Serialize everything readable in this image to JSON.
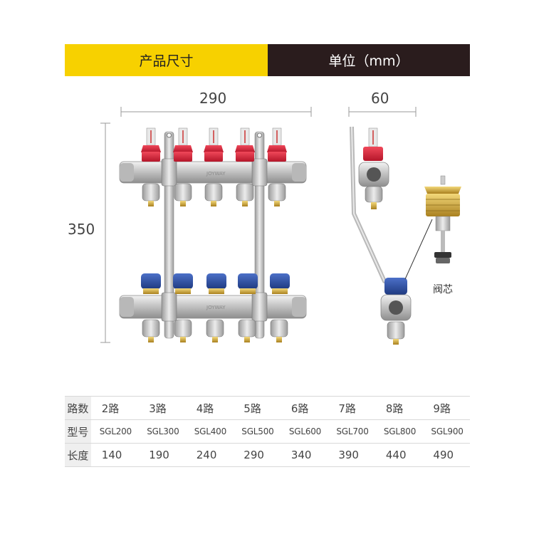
{
  "header": {
    "left_label": "产品尺寸",
    "right_label": "单位（mm）"
  },
  "dimensions": {
    "width_front": "290",
    "width_side": "60",
    "height": "350"
  },
  "core_label": "阀芯",
  "brand_mark": "JOYWAY",
  "table": {
    "rows": [
      {
        "head": "路数",
        "cells": [
          "2路",
          "3路",
          "4路",
          "5路",
          "6路",
          "7路",
          "8路",
          "9路"
        ]
      },
      {
        "head": "型号",
        "cells": [
          "SGL200",
          "SGL300",
          "SGL400",
          "SGL500",
          "SGL600",
          "SGL700",
          "SGL800",
          "SGL900"
        ]
      },
      {
        "head": "长度",
        "cells": [
          "140",
          "190",
          "240",
          "290",
          "340",
          "390",
          "440",
          "490"
        ]
      }
    ]
  },
  "colors": {
    "accent_yellow": "#f7d100",
    "header_dark": "#2a1c1d",
    "valve_red": "#d9253a",
    "valve_blue": "#2e4fa3",
    "brass": "#c9a23a",
    "steel": "#c8c8c8"
  }
}
